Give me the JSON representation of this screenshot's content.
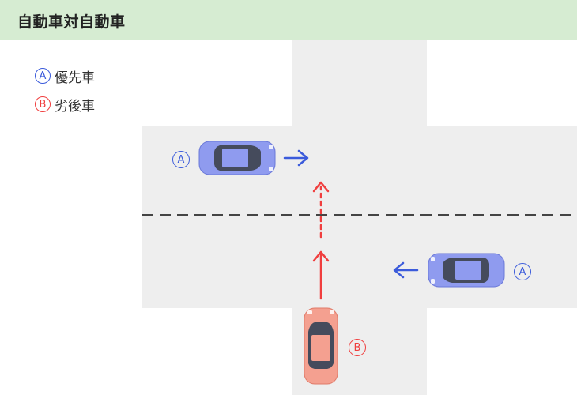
{
  "title": "自動車対自動車",
  "colors": {
    "header_bg": "#d6ecd2",
    "road": "#eeeeee",
    "priority": "#3b5bdb",
    "subordinate": "#f03e3e",
    "priority_car": "#8f9bef",
    "subordinate_car": "#f4a090"
  },
  "legend": [
    {
      "mark": "A",
      "label": "優先車",
      "role": "priority"
    },
    {
      "mark": "B",
      "label": "劣後車",
      "role": "subordinate"
    }
  ],
  "vehicles": [
    {
      "id": "car-a-top",
      "mark": "A",
      "role": "priority",
      "heading": "east"
    },
    {
      "id": "car-a-right",
      "mark": "A",
      "role": "priority",
      "heading": "west"
    },
    {
      "id": "car-b",
      "mark": "B",
      "role": "subordinate",
      "heading": "north"
    }
  ]
}
